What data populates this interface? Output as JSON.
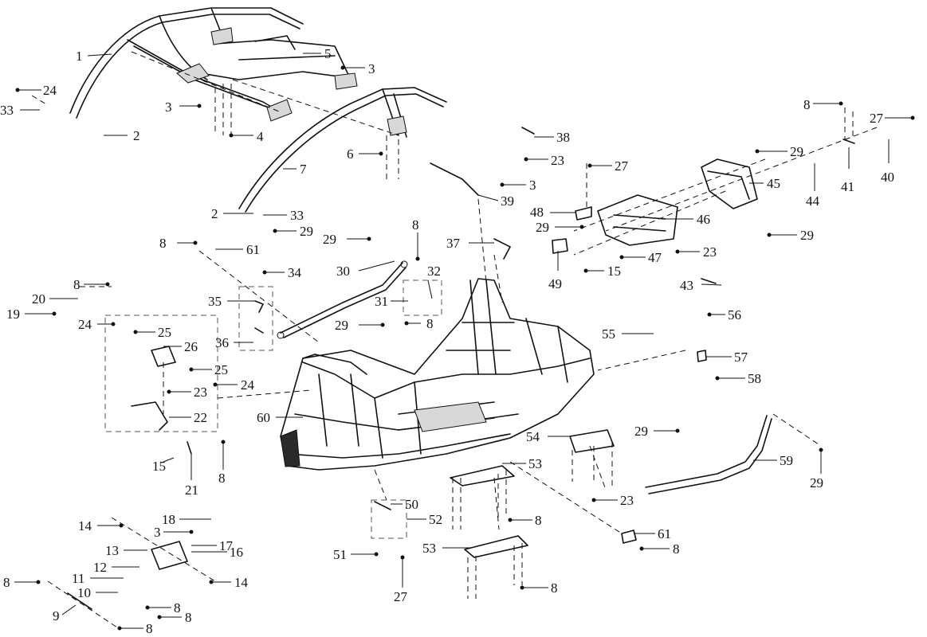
{
  "diagram": {
    "callouts": [
      {
        "id": "c1",
        "text": "1"
      },
      {
        "id": "c2",
        "text": "2"
      },
      {
        "id": "c3",
        "text": "3"
      },
      {
        "id": "c3b",
        "text": "3"
      },
      {
        "id": "c4",
        "text": "4"
      },
      {
        "id": "c5",
        "text": "5"
      },
      {
        "id": "c24a",
        "text": "24"
      },
      {
        "id": "c33a",
        "text": "33"
      },
      {
        "id": "c2b",
        "text": "2"
      },
      {
        "id": "c6",
        "text": "6"
      },
      {
        "id": "c7",
        "text": "7"
      },
      {
        "id": "c2c",
        "text": "2"
      },
      {
        "id": "c33b",
        "text": "33"
      },
      {
        "id": "c29a",
        "text": "29"
      },
      {
        "id": "c8a",
        "text": "8"
      },
      {
        "id": "c27a",
        "text": "27"
      },
      {
        "id": "c40",
        "text": "40"
      },
      {
        "id": "c41",
        "text": "41"
      },
      {
        "id": "c44",
        "text": "44"
      },
      {
        "id": "c29b",
        "text": "29"
      },
      {
        "id": "c45",
        "text": "45"
      },
      {
        "id": "c29c",
        "text": "29"
      },
      {
        "id": "c38",
        "text": "38"
      },
      {
        "id": "c23a",
        "text": "23"
      },
      {
        "id": "c27b",
        "text": "27"
      },
      {
        "id": "c3c",
        "text": "3"
      },
      {
        "id": "c39",
        "text": "39"
      },
      {
        "id": "c48",
        "text": "48"
      },
      {
        "id": "c29d",
        "text": "29"
      },
      {
        "id": "c46",
        "text": "46"
      },
      {
        "id": "c47",
        "text": "47"
      },
      {
        "id": "c49",
        "text": "49"
      },
      {
        "id": "c15a",
        "text": "15"
      },
      {
        "id": "c23b",
        "text": "23"
      },
      {
        "id": "c43",
        "text": "43"
      },
      {
        "id": "c8b",
        "text": "8"
      },
      {
        "id": "c61a",
        "text": "61"
      },
      {
        "id": "c29e",
        "text": "29"
      },
      {
        "id": "c30",
        "text": "30"
      },
      {
        "id": "c8c",
        "text": "8"
      },
      {
        "id": "c37",
        "text": "37"
      },
      {
        "id": "c34",
        "text": "34"
      },
      {
        "id": "c32",
        "text": "32"
      },
      {
        "id": "c31",
        "text": "31"
      },
      {
        "id": "c8d",
        "text": "8"
      },
      {
        "id": "c35",
        "text": "35"
      },
      {
        "id": "c29f",
        "text": "29"
      },
      {
        "id": "c36",
        "text": "36"
      },
      {
        "id": "c8e",
        "text": "8"
      },
      {
        "id": "c20",
        "text": "20"
      },
      {
        "id": "c19",
        "text": "19"
      },
      {
        "id": "c24b",
        "text": "24"
      },
      {
        "id": "c25a",
        "text": "25"
      },
      {
        "id": "c26",
        "text": "26"
      },
      {
        "id": "c25b",
        "text": "25"
      },
      {
        "id": "c24c",
        "text": "24"
      },
      {
        "id": "c23c",
        "text": "23"
      },
      {
        "id": "c22",
        "text": "22"
      },
      {
        "id": "c56",
        "text": "56"
      },
      {
        "id": "c55",
        "text": "55"
      },
      {
        "id": "c57",
        "text": "57"
      },
      {
        "id": "c58",
        "text": "58"
      },
      {
        "id": "c60",
        "text": "60"
      },
      {
        "id": "c15b",
        "text": "15"
      },
      {
        "id": "c21",
        "text": "21"
      },
      {
        "id": "c8f",
        "text": "8"
      },
      {
        "id": "c54",
        "text": "54"
      },
      {
        "id": "c29g",
        "text": "29"
      },
      {
        "id": "c59",
        "text": "59"
      },
      {
        "id": "c29h",
        "text": "29"
      },
      {
        "id": "c53a",
        "text": "53"
      },
      {
        "id": "c23d",
        "text": "23"
      },
      {
        "id": "c50",
        "text": "50"
      },
      {
        "id": "c52",
        "text": "52"
      },
      {
        "id": "c8g",
        "text": "8"
      },
      {
        "id": "c14a",
        "text": "14"
      },
      {
        "id": "c18",
        "text": "18"
      },
      {
        "id": "c3d",
        "text": "3"
      },
      {
        "id": "c17",
        "text": "17"
      },
      {
        "id": "c16",
        "text": "16"
      },
      {
        "id": "c13",
        "text": "13"
      },
      {
        "id": "c12",
        "text": "12"
      },
      {
        "id": "c14b",
        "text": "14"
      },
      {
        "id": "c11",
        "text": "11"
      },
      {
        "id": "c10",
        "text": "10"
      },
      {
        "id": "c8h",
        "text": "8"
      },
      {
        "id": "c9",
        "text": "9"
      },
      {
        "id": "c8i",
        "text": "8"
      },
      {
        "id": "c8j",
        "text": "8"
      },
      {
        "id": "c8k",
        "text": "8"
      },
      {
        "id": "c61b",
        "text": "61"
      },
      {
        "id": "c8l",
        "text": "8"
      },
      {
        "id": "c51",
        "text": "51"
      },
      {
        "id": "c27c",
        "text": "27"
      },
      {
        "id": "c53b",
        "text": "53"
      },
      {
        "id": "c8m",
        "text": "8"
      }
    ]
  }
}
